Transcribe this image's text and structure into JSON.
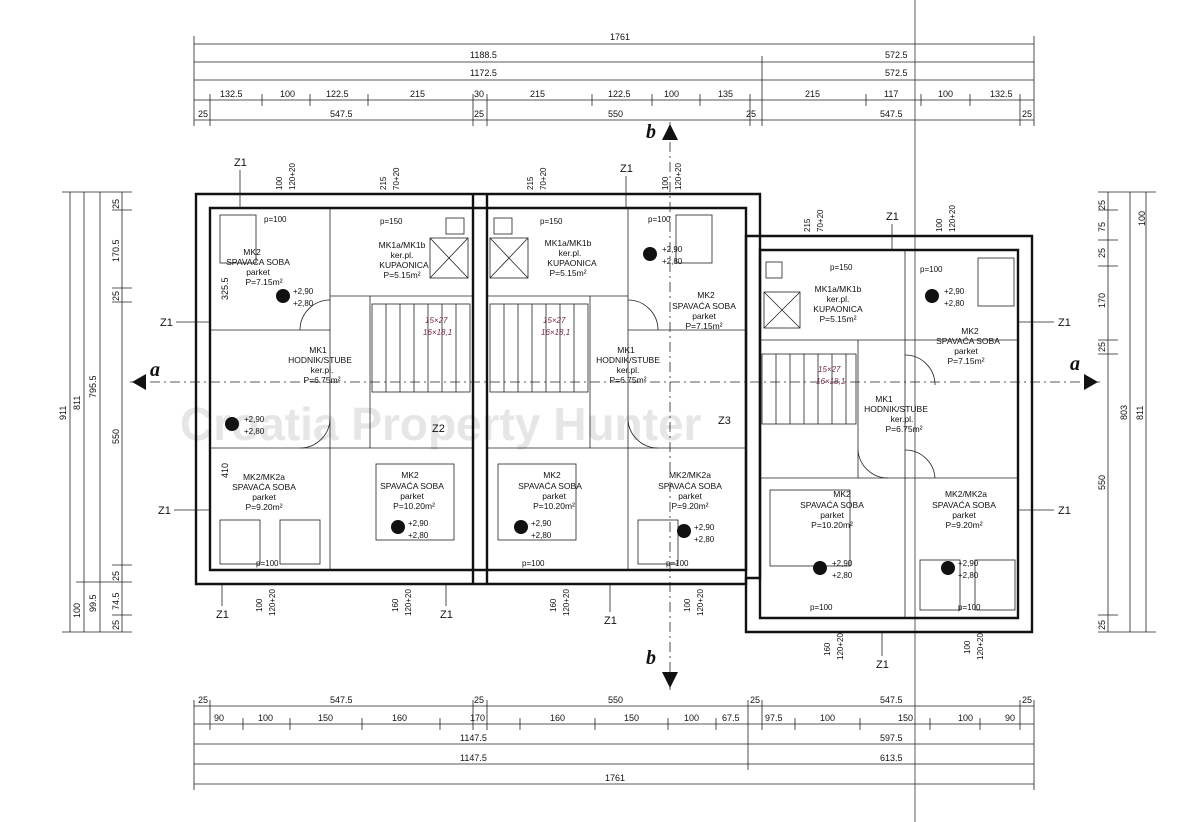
{
  "dimensions": {
    "top_row1": [
      "1761"
    ],
    "top_row2": [
      "1188.5",
      "572.5"
    ],
    "top_row3": [
      "1172.5",
      "572.5"
    ],
    "top_row4": [
      "132.5",
      "100",
      "122.5",
      "215",
      "30",
      "215",
      "122.5",
      "100",
      "135",
      "215",
      "117",
      "100",
      "132.5"
    ],
    "top_row5": [
      "25",
      "547.5",
      "25",
      "550",
      "25",
      "547.5",
      "25"
    ],
    "bottom_row1": [
      "25",
      "547.5",
      "25",
      "550",
      "25",
      "547.5",
      "25"
    ],
    "bottom_row2": [
      "90",
      "100",
      "150",
      "160",
      "170",
      "160",
      "150",
      "100",
      "67.5",
      "97.5",
      "100",
      "150",
      "100",
      "90"
    ],
    "bottom_row3": [
      "1147.5",
      "597.5"
    ],
    "bottom_row4": [
      "1147.5",
      "613.5"
    ],
    "bottom_row5": [
      "1761"
    ],
    "left_outer": [
      "911"
    ],
    "left_mid": [
      "811"
    ],
    "left_inner": [
      "795.5"
    ],
    "left_detail": [
      "25",
      "170.5",
      "25",
      "550",
      "25",
      "74.5",
      "25"
    ],
    "left_detail2": [
      "325.5",
      "410",
      "100",
      "99.5"
    ],
    "right_outer": [
      "811"
    ],
    "right_mid": [
      "803"
    ],
    "right_detail": [
      "25",
      "100",
      "75",
      "25",
      "170",
      "25",
      "550",
      "25"
    ]
  },
  "sections": {
    "a": "a",
    "b": "b"
  },
  "axis_marks": [
    "Z1",
    "Z2",
    "Z3"
  ],
  "rooms": [
    {
      "code": "MK2",
      "name": "SPAVAĆA SOBA",
      "floor": "parket",
      "area": "P=7.15m²"
    },
    {
      "code": "MK1a/MK1b",
      "name": "ker.pl.",
      "floor": "KUPAONICA",
      "area": "P=5.15m²"
    },
    {
      "code": "MK1a/MK1b",
      "name": "ker.pl.",
      "floor": "KUPAONICA",
      "area": "P=5.15m²"
    },
    {
      "code": "MK2",
      "name": "SPAVAĆA SOBA",
      "floor": "parket",
      "area": "P=7.15m²"
    },
    {
      "code": "MK1a/MK1b",
      "name": "ker.pl.",
      "floor": "KUPAONICA",
      "area": "P=5.15m²"
    },
    {
      "code": "MK2",
      "name": "SPAVAĆA SOBA",
      "floor": "parket",
      "area": "P=7.15m²"
    },
    {
      "code": "MK1",
      "name": "HODNIK/STUBE",
      "floor": "ker.pl.",
      "area": "P=6.75m²"
    },
    {
      "code": "MK1",
      "name": "HODNIK/STUBE",
      "floor": "ker.pl.",
      "area": "P=6.75m²"
    },
    {
      "code": "MK1",
      "name": "HODNIK/STUBE",
      "floor": "ker.pl.",
      "area": "P=6.75m²"
    },
    {
      "code": "MK2/MK2a",
      "name": "SPAVAĆA SOBA",
      "floor": "parket",
      "area": "P=9.20m²"
    },
    {
      "code": "MK2",
      "name": "SPAVAĆA SOBA",
      "floor": "parket",
      "area": "P=10.20m²"
    },
    {
      "code": "MK2",
      "name": "SPAVAĆA SOBA",
      "floor": "parket",
      "area": "P=10.20m²"
    },
    {
      "code": "MK2/MK2a",
      "name": "SPAVAĆA SOBA",
      "floor": "parket",
      "area": "P=9.20m²"
    },
    {
      "code": "MK2",
      "name": "SPAVAĆA SOBA",
      "floor": "parket",
      "area": "P=10.20m²"
    },
    {
      "code": "MK2/MK2a",
      "name": "SPAVAĆA SOBA",
      "floor": "parket",
      "area": "P=9.20m²"
    }
  ],
  "parapets": [
    "p=100",
    "p=150"
  ],
  "levels": [
    "+2,90",
    "+2,80"
  ],
  "stairs": [
    "15×27",
    "16×18,1"
  ],
  "window_dims": [
    "100",
    "120+20",
    "215",
    "70+20",
    "160",
    "120+20"
  ],
  "colors": {
    "ink": "#111111",
    "stair_note": "#7a2a4a",
    "watermark": "#e6e6e6"
  }
}
